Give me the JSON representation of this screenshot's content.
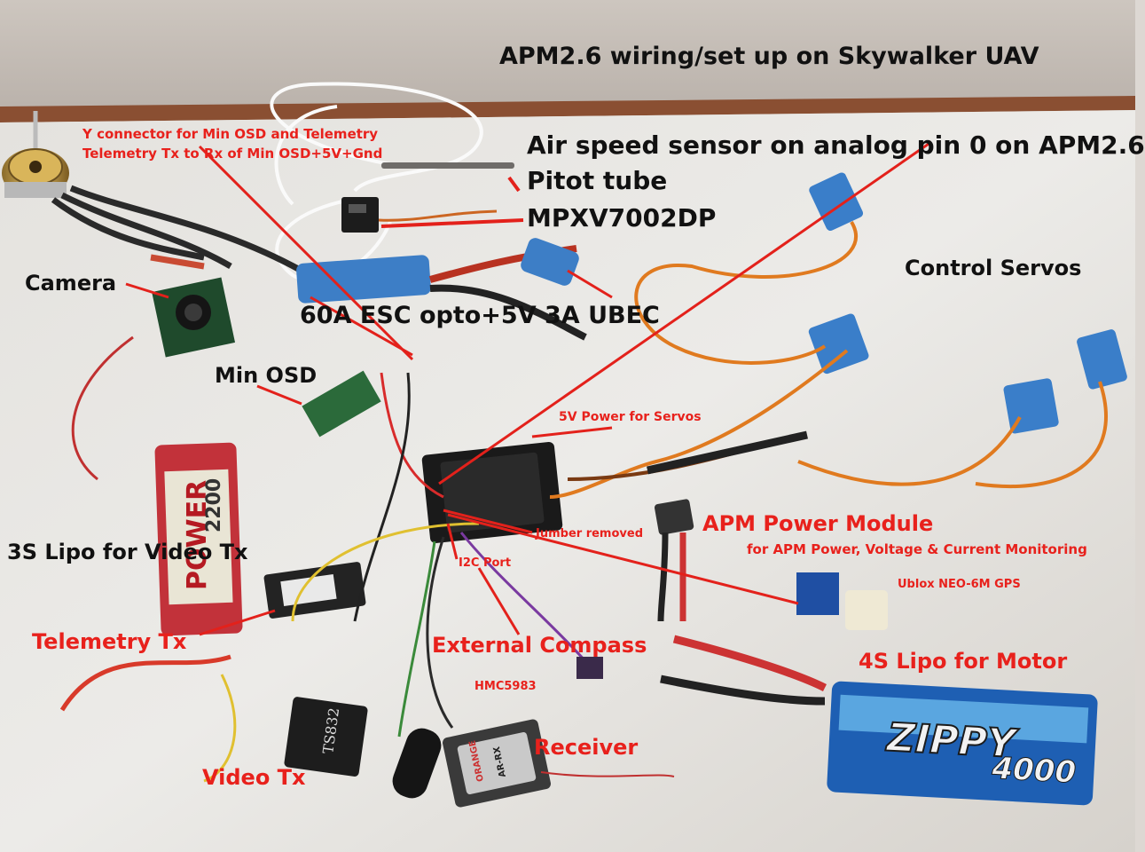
{
  "title": "APM2.6 wiring/set up on Skywalker UAV",
  "labels": {
    "y_connector_1": "Y connector for Min OSD and Telemetry",
    "y_connector_2": "Telemetry Tx to Rx of Min OSD+5V+Gnd",
    "airspeed": "Air speed sensor on analog pin 0 on APM2.6",
    "pitot": "Pitot tube",
    "mpxv": "MPXV7002DP",
    "camera": "Camera",
    "control_servos": "Control Servos",
    "esc": "60A ESC opto+5V 3A UBEC",
    "min_osd": "Min OSD",
    "servo_power": "5V Power for Servos",
    "lipo_video": "3S Lipo for Video Tx",
    "jumper": "Jumber removed",
    "power_module": "APM Power Module",
    "power_module_sub": "for APM Power, Voltage & Current Monitoring",
    "i2c": "I2C Port",
    "gps": "Ublox NEO-6M GPS",
    "telemetry": "Telemetry Tx",
    "compass": "External Compass",
    "lipo_motor": "4S Lipo for Motor",
    "hmc": "HMC5983",
    "receiver": "Receiver",
    "video_tx": "Video Tx"
  },
  "device_text": {
    "zippy_brand": "ZIPPY",
    "zippy_capacity": "4000",
    "lipo_small_brand": "POWER",
    "lipo_small_capacity": "2200",
    "vtx_model": "TS832",
    "rx_brand": "ORANGE",
    "rx_model": "AR-RX"
  }
}
